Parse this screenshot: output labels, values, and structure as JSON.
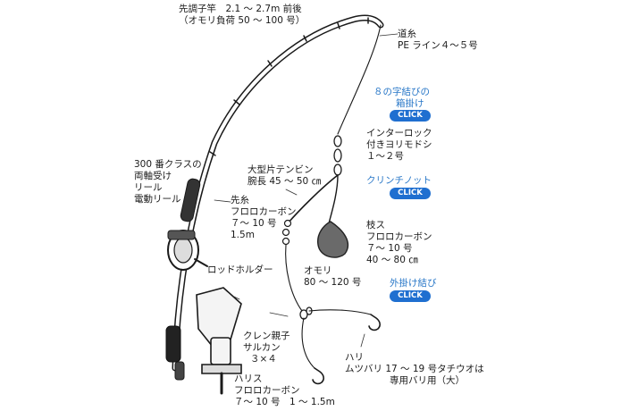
{
  "rod": {
    "line1": "先調子竿　2.1 ～ 2.7m 前後",
    "line2": "（オモリ負荷 50 ～ 100 号）"
  },
  "main_line": {
    "line1": "道糸",
    "line2": "PE ライン４～５号"
  },
  "figure8_knot": {
    "line1": "８の字結びの",
    "line2": "箱掛け",
    "click": "CLICK",
    "color": "#2a78c8"
  },
  "swivel": {
    "line1": "インターロック",
    "line2": "付きヨリモドシ",
    "line3": "１～２号"
  },
  "tenbin": {
    "line1": "大型片テンビン",
    "line2": "腕長 45 ～ 50 ㎝"
  },
  "clinch_knot": {
    "line1": "クリンチノット",
    "click": "CLICK",
    "color": "#2a78c8"
  },
  "reel": {
    "line1": "300 番クラスの",
    "line2": "両軸受け",
    "line3": "リール",
    "line4": "電動リール"
  },
  "leader": {
    "line1": "先糸",
    "line2": "フロロカーボン",
    "line3": "７～ 10 号",
    "line4": "1.5m"
  },
  "branch": {
    "line1": "枝ス",
    "line2": "フロロカーボン",
    "line3": "７～ 10 号",
    "line4": "40 ～ 80 ㎝"
  },
  "sinker": {
    "line1": "オモリ",
    "line2": "80 ～ 120 号"
  },
  "outer_knot": {
    "line1": "外掛け結び",
    "click": "CLICK",
    "color": "#2a78c8"
  },
  "rod_holder": {
    "line1": "ロッドホルダー"
  },
  "crane_swivel": {
    "line1": "クレン親子",
    "line2": "サルカン",
    "line3": "３×４"
  },
  "hook": {
    "line1": "ハリ",
    "line2": "ムツバリ 17 ～ 19 号タチウオは",
    "line3": "専用バリ用（大）"
  },
  "harisu": {
    "line1": "ハリス",
    "line2": "フロロカーボン",
    "line3": "７～ 10 号　1 ～ 1.5m"
  },
  "colors": {
    "ink": "#1a1a1a",
    "accent": "#2a78c8",
    "button": "#1f6fd0",
    "sinker": "#555555"
  }
}
